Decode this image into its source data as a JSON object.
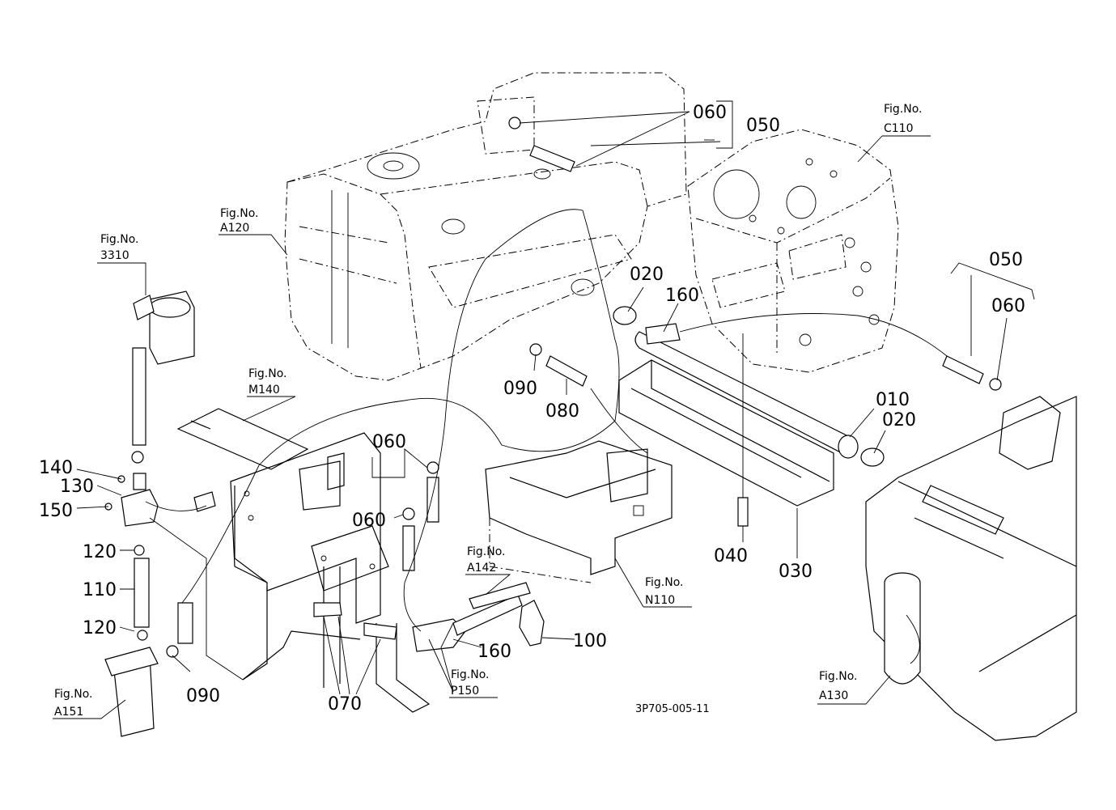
{
  "diagram": {
    "drawing_code": "3P705-005-11",
    "fig_prefix": "Fig.No.",
    "fig_refs": [
      {
        "id": "a120",
        "number": "A120"
      },
      {
        "id": "3310",
        "number": "3310"
      },
      {
        "id": "c110",
        "number": "C110"
      },
      {
        "id": "m140",
        "number": "M140"
      },
      {
        "id": "a142",
        "number": "A142"
      },
      {
        "id": "n110",
        "number": "N110"
      },
      {
        "id": "p150",
        "number": "P150"
      },
      {
        "id": "a151",
        "number": "A151"
      },
      {
        "id": "a130",
        "number": "A130"
      }
    ],
    "callouts": [
      {
        "id": "060-top",
        "label": "060"
      },
      {
        "id": "050-top",
        "label": "050"
      },
      {
        "id": "020-a",
        "label": "020"
      },
      {
        "id": "160-a",
        "label": "160"
      },
      {
        "id": "050-right",
        "label": "050"
      },
      {
        "id": "060-right",
        "label": "060"
      },
      {
        "id": "090-a",
        "label": "090"
      },
      {
        "id": "080",
        "label": "080"
      },
      {
        "id": "010",
        "label": "010"
      },
      {
        "id": "020-b",
        "label": "020"
      },
      {
        "id": "060-mid",
        "label": "060"
      },
      {
        "id": "060-mid2",
        "label": "060"
      },
      {
        "id": "140",
        "label": "140"
      },
      {
        "id": "130",
        "label": "130"
      },
      {
        "id": "150",
        "label": "150"
      },
      {
        "id": "120-a",
        "label": "120"
      },
      {
        "id": "110",
        "label": "110"
      },
      {
        "id": "120-b",
        "label": "120"
      },
      {
        "id": "090-b",
        "label": "090"
      },
      {
        "id": "070",
        "label": "070"
      },
      {
        "id": "160-b",
        "label": "160"
      },
      {
        "id": "100",
        "label": "100"
      },
      {
        "id": "040",
        "label": "040"
      },
      {
        "id": "030",
        "label": "030"
      }
    ]
  }
}
